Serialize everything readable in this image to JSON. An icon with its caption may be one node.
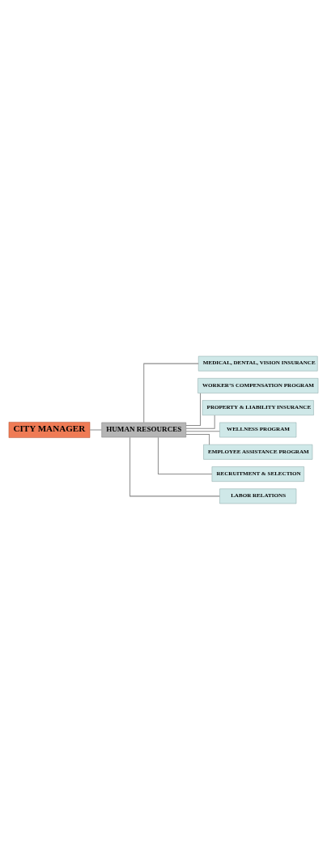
{
  "diagram": {
    "nodes": [
      {
        "text": [
          "CITY MANAGER"
        ]
      },
      {
        "text": [
          "HUMAN RESOURCES"
        ]
      },
      {
        "text": [
          "MEDICAL, DENTAL, VISION INSURANCE"
        ]
      },
      {
        "text": [
          "WORKER’S COMPENSATION PROGRAM"
        ]
      },
      {
        "text": [
          "PROPERTY & LIABILITY INSURANCE"
        ]
      },
      {
        "text": [
          "WELLNESS PROGRAM"
        ]
      },
      {
        "text": [
          "EMPLOYEE ASSISTANCE PROGRAM"
        ]
      },
      {
        "text": [
          "RECRUITMENT & SELECTION"
        ]
      },
      {
        "text": [
          "LABOR RELATIONS"
        ]
      }
    ],
    "edges": [
      {
        "from": 0,
        "to": 1,
        "arrow": "none"
      },
      {
        "from": 1,
        "to": 2,
        "arrow": "none"
      },
      {
        "from": 1,
        "to": 3,
        "arrow": "none"
      },
      {
        "from": 1,
        "to": 4,
        "arrow": "none"
      },
      {
        "from": 1,
        "to": 5,
        "arrow": "none"
      },
      {
        "from": 1,
        "to": 6,
        "arrow": "none"
      },
      {
        "from": 1,
        "to": 7,
        "arrow": "none"
      },
      {
        "from": 1,
        "to": 8,
        "arrow": "none"
      }
    ]
  }
}
